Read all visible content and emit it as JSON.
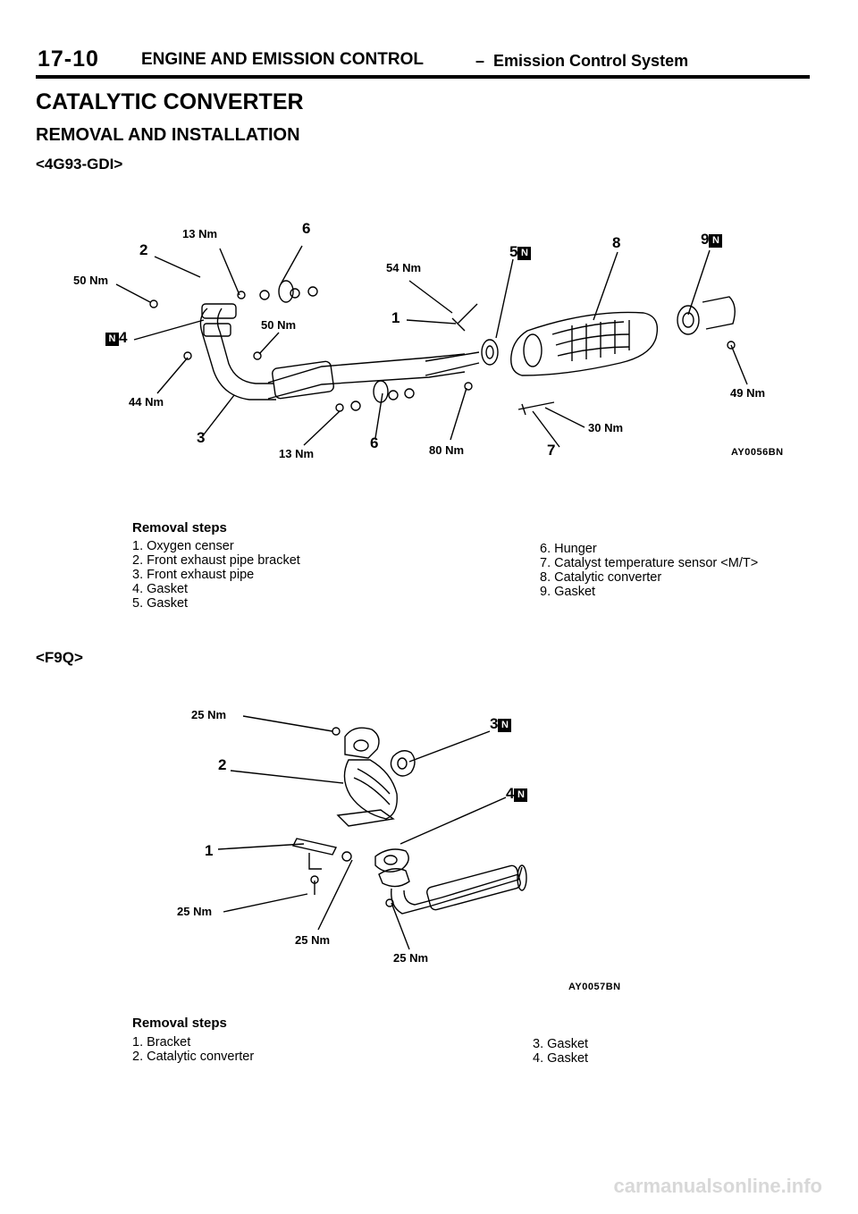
{
  "header": {
    "page_number": "17-10",
    "section_title": "ENGINE AND EMISSION CONTROL",
    "separator": "–",
    "subsection": "Emission Control System"
  },
  "title": "CATALYTIC CONVERTER",
  "subtitle": "REMOVAL AND INSTALLATION",
  "section1": {
    "variant": "<4G93-GDI>",
    "figure_code": "AY0056BN",
    "callouts": {
      "c_2": "2",
      "c_6a": "6",
      "c_13nm_a": "13 Nm",
      "c_50nm_a": "50 Nm",
      "c_n4": "4",
      "c_50nm_b": "50 Nm",
      "c_54nm": "54 Nm",
      "c_1": "1",
      "c_5": "5",
      "c_8": "8",
      "c_9": "9",
      "c_44nm": "44 Nm",
      "c_3": "3",
      "c_13nm_b": "13 Nm",
      "c_6b": "6",
      "c_80nm": "80 Nm",
      "c_7": "7",
      "c_30nm": "30 Nm",
      "c_49nm": "49 Nm",
      "badge": "N"
    },
    "steps_heading": "Removal steps",
    "steps_left": [
      "1. Oxygen censer",
      "2. Front exhaust pipe bracket",
      "3. Front exhaust pipe",
      "4. Gasket",
      "5. Gasket"
    ],
    "steps_right": [
      "6. Hunger",
      "7. Catalyst temperature sensor <M/T>",
      "8. Catalytic converter",
      "9. Gasket"
    ]
  },
  "section2": {
    "variant": "<F9Q>",
    "figure_code": "AY0057BN",
    "callouts": {
      "c_25nm_a": "25 Nm",
      "c_2": "2",
      "c_3": "3",
      "c_4": "4",
      "c_1": "1",
      "c_25nm_b": "25 Nm",
      "c_25nm_c": "25 Nm",
      "c_25nm_d": "25 Nm",
      "badge": "N"
    },
    "steps_heading": "Removal steps",
    "steps_left": [
      "1. Bracket",
      "2. Catalytic converter"
    ],
    "steps_right": [
      "3. Gasket",
      "4. Gasket"
    ]
  },
  "footer": {
    "watermark": "carmanualsonline.info"
  }
}
